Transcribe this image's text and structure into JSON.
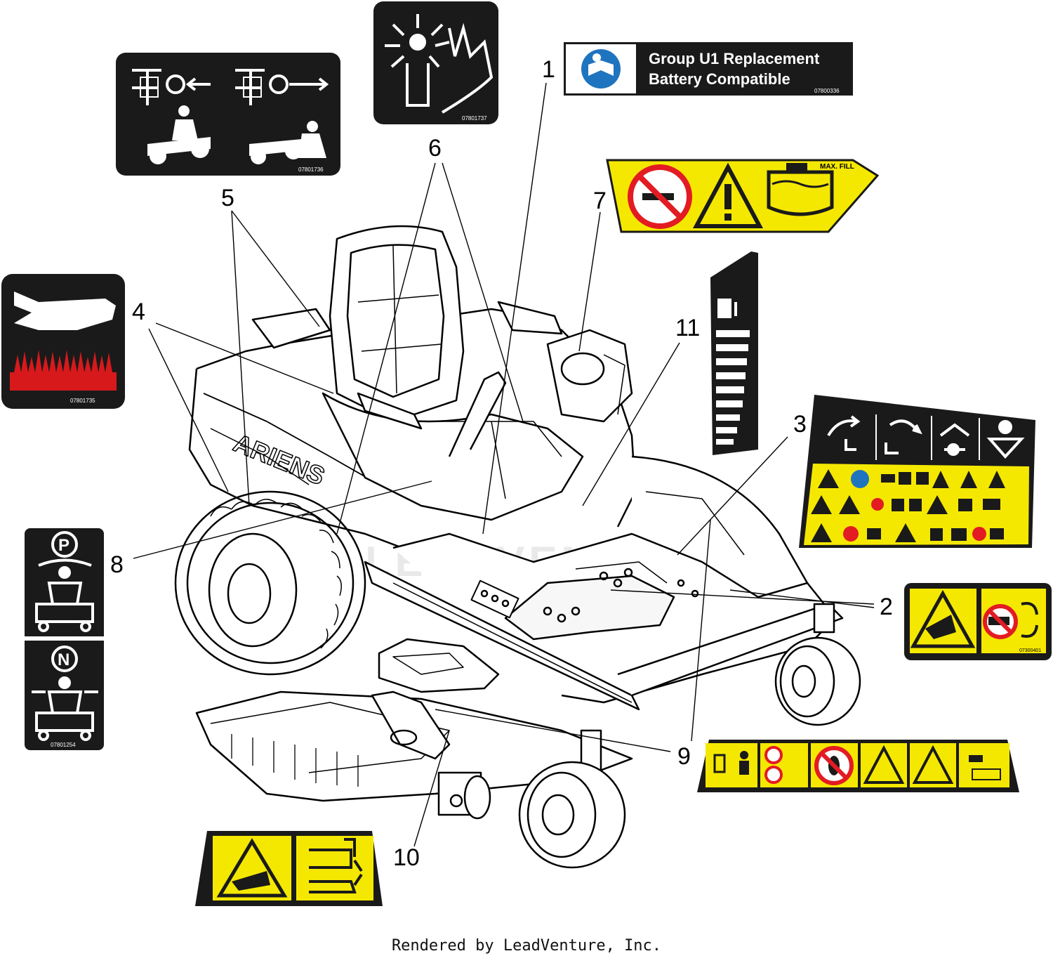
{
  "callouts": {
    "c1": "1",
    "c2": "2",
    "c3": "3",
    "c4": "4",
    "c5": "5",
    "c6": "6",
    "c7": "7",
    "c8": "8",
    "c9": "9",
    "c10": "10",
    "c11": "11"
  },
  "battery_label": {
    "line1": "Group U1 Replacement",
    "line2": "Battery Compatible",
    "part": "07800336"
  },
  "decal_parts": {
    "p5": "07801736",
    "p6": "07801737",
    "p4": "07801735",
    "p8": "07801254",
    "p2": "07300401"
  },
  "fuel_decal": {
    "max_fill": "MAX. FILL"
  },
  "watermark": "LEADVENTURE",
  "footer": "Rendered by LeadVenture, Inc.",
  "colors": {
    "decal_black": "#1a1a1a",
    "warning_yellow": "#f5e800",
    "prohibit_red": "#e31b23",
    "hot_red": "#d7191c",
    "battery_blue": "#1f74bf"
  },
  "icons": [
    "read-manual-icon",
    "no-smoking-icon",
    "warning-triangle-icon",
    "hand-burn-icon",
    "parking-brake-icon",
    "neutral-icon",
    "fuel-pump-icon"
  ]
}
